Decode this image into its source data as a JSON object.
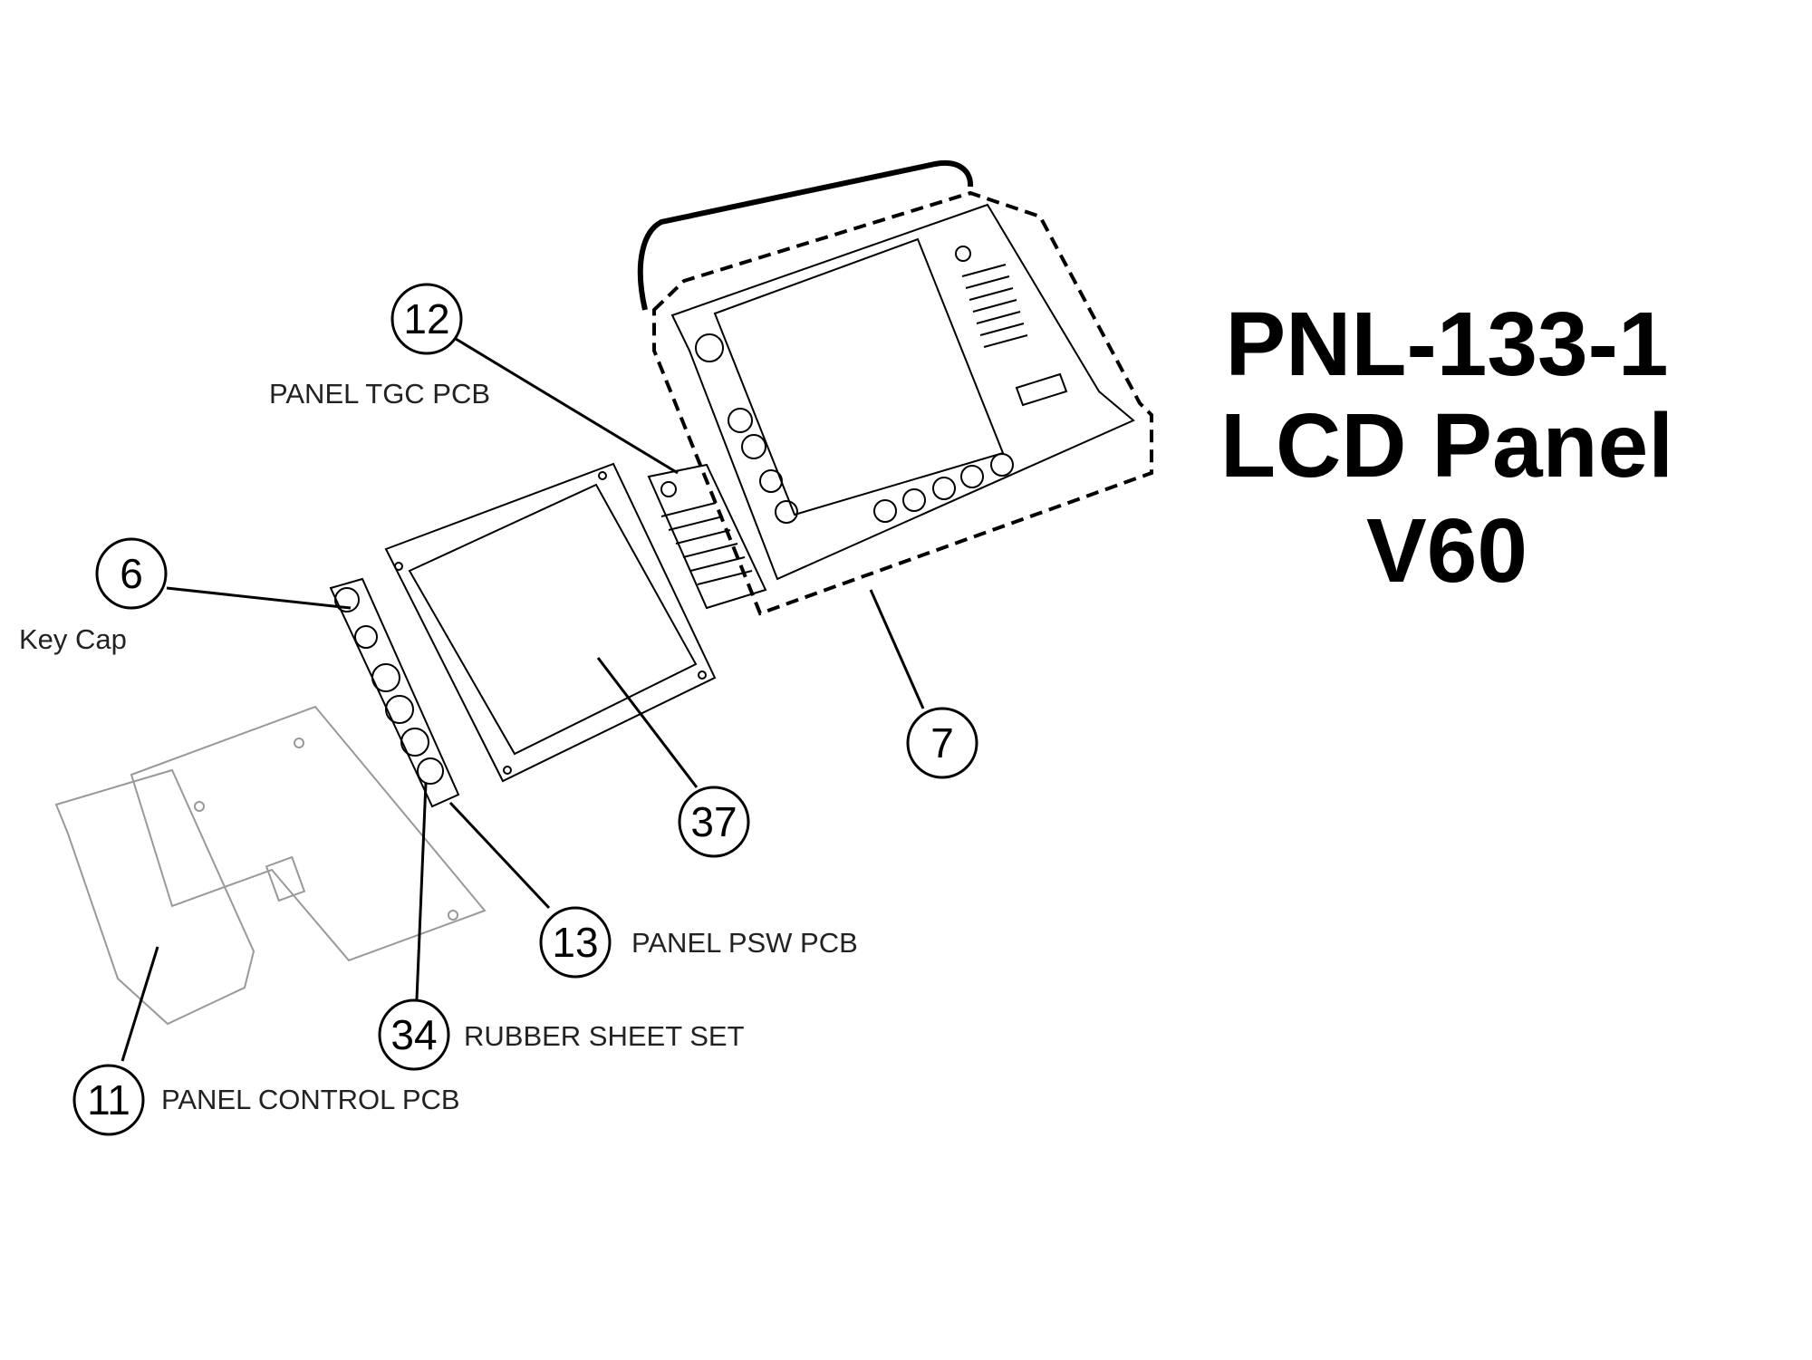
{
  "title": {
    "lines": [
      "PNL-133-1",
      "LCD Panel",
      "V60"
    ]
  },
  "callouts": [
    {
      "number": "12",
      "label": "PANEL TGC PCB"
    },
    {
      "number": "6",
      "label": "Key Cap"
    },
    {
      "number": "7",
      "label": ""
    },
    {
      "number": "37",
      "label": ""
    },
    {
      "number": "13",
      "label": "PANEL PSW PCB"
    },
    {
      "number": "34",
      "label": "RUBBER SHEET SET"
    },
    {
      "number": "11",
      "label": "PANEL CONTROL PCB"
    }
  ]
}
